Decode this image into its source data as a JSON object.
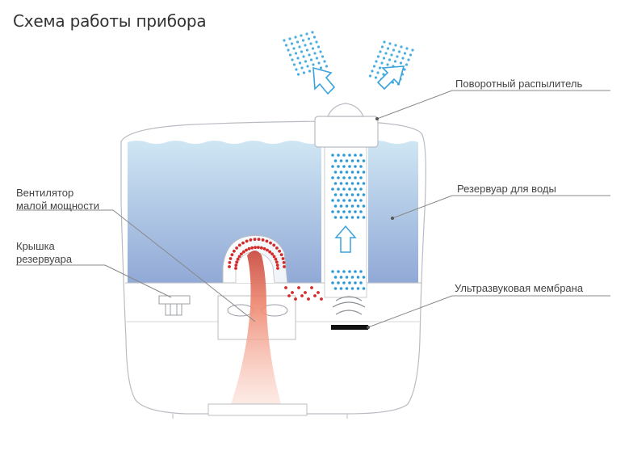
{
  "title": "Схема работы прибора",
  "labels": {
    "sprayer": "Поворотный распылитель",
    "reservoir": "Резервуар для воды",
    "membrane": "Ультразвуковая мембрана",
    "fan_line1": "Вентилятор",
    "fan_line2": "малой мощности",
    "lid_line1": "Крышка",
    "lid_line2": "резервуара"
  },
  "colors": {
    "water_top": "#c9e3f2",
    "water_bottom": "#94acd8",
    "mist_dots": "#2f9bd6",
    "warm_dots": "#d42a2a",
    "warm_flow": "#e8705a",
    "arrow_outline": "#3aa3dd",
    "leader_line": "#888888"
  },
  "icons": {
    "mist_arrow": "arrow-up-icon",
    "sound_waves": "ultrasound-waves-icon"
  }
}
